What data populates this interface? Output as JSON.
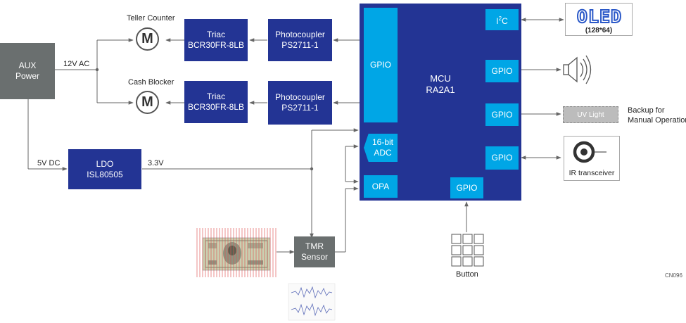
{
  "aux": {
    "line1": "AUX",
    "line2": "Power"
  },
  "wires": {
    "v12": "12V AC",
    "v5": "5V DC",
    "v33": "3.3V"
  },
  "motors": {
    "teller": "Teller Counter",
    "cash": "Cash Blocker",
    "glyph": "M"
  },
  "triac": {
    "line1": "Triac",
    "line2": "BCR30FR-8LB"
  },
  "photo": {
    "line1": "Photocoupler",
    "line2": "PS2711-1"
  },
  "ldo": {
    "line1": "LDO",
    "line2": "ISL80505"
  },
  "mcu": {
    "line1": "MCU",
    "line2": "RA2A1",
    "gpio": "GPIO",
    "i2c_main": "I",
    "i2c_sup": "2",
    "i2c_end": "C",
    "adc1": "16-bit",
    "adc2": "ADC",
    "opa": "OPA"
  },
  "tmr": {
    "line1": "TMR",
    "line2": "Sensor"
  },
  "oled": {
    "text": "OLED",
    "res": "(128*64)"
  },
  "uv": {
    "text": "UV Light",
    "note1": "Backup for",
    "note2": "Manual Operation"
  },
  "ir": {
    "text": "IR transceiver"
  },
  "button": {
    "text": "Button"
  },
  "code": "CN096",
  "colors": {
    "navy": "#233494",
    "cyan": "#00a6e6",
    "gray": "#6a6f6f"
  }
}
